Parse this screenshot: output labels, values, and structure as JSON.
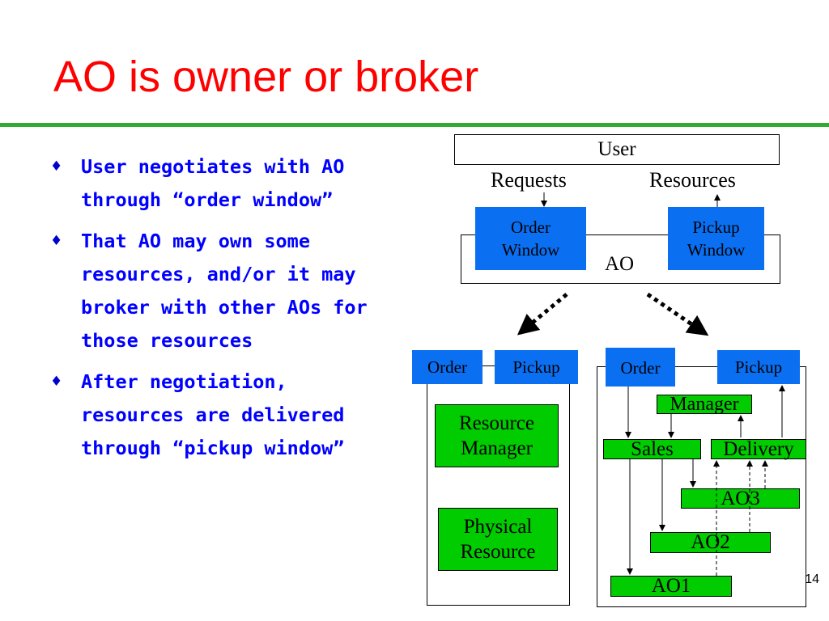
{
  "slide": {
    "title": "AO is owner or broker",
    "page_number": "14",
    "accent_color": "#33aa33",
    "title_color": "#ff0000",
    "bullet_color": "#0000ff"
  },
  "bullets": [
    {
      "marker": "♦",
      "text": "User negotiates with AO through “order window”"
    },
    {
      "marker": "♦",
      "text": "That AO may own some resources, and/or it may broker with other AOs for those resources"
    },
    {
      "marker": "♦",
      "text": "After negotiation, resources are delivered through “pickup window”"
    }
  ],
  "diagram": {
    "user_label": "User",
    "requests_label": "Requests",
    "resources_label": "Resources",
    "ao_label": "AO",
    "order_window": "Order\nWindow",
    "pickup_window": "Pickup\nWindow",
    "left_ao": {
      "order": "Order",
      "pickup": "Pickup",
      "resource_manager": "Resource\nManager",
      "physical_resource": "Physical\nResource"
    },
    "right_ao": {
      "order": "Order",
      "pickup": "Pickup",
      "manager": "Manager",
      "sales": "Sales",
      "delivery": "Delivery",
      "ao3": "AO3",
      "ao2": "AO2",
      "ao1": "AO1"
    },
    "box_blue": "#0b6ff2",
    "box_green": "#00cc00"
  }
}
